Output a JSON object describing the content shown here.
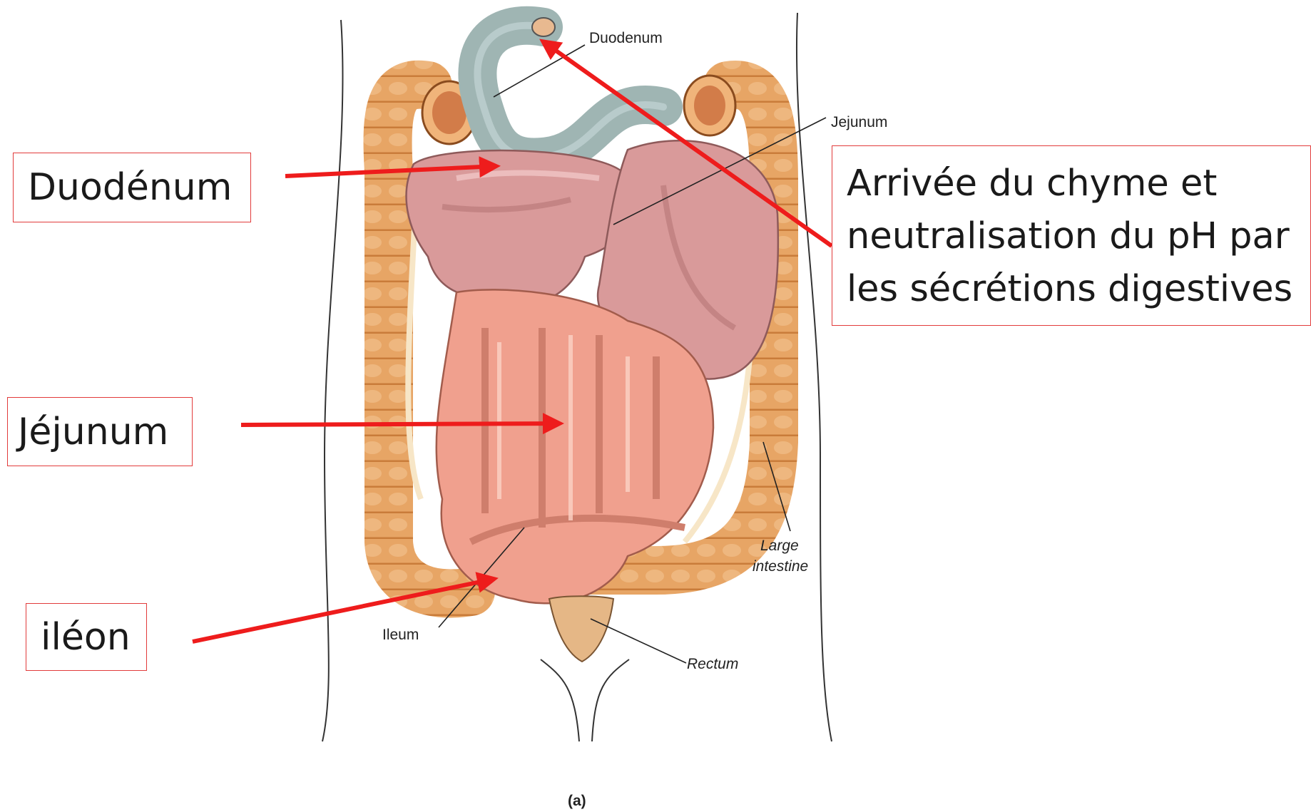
{
  "figure": {
    "labels": {
      "duodenum": "Duodenum",
      "jejunum": "Jejunum",
      "large_intestine_line1": "Large",
      "large_intestine_line2": "intestine",
      "ileum": "Ileum",
      "rectum": "Rectum",
      "panel": "(a)"
    }
  },
  "callouts": {
    "duodenum": "Duodénum",
    "jejunum": "Jéjunum",
    "ileon": "iléon",
    "note": "Arrivée du chyme et neutralisation du pH par les sécrétions digestives"
  },
  "colors": {
    "annotation_red": "#ee1c1c",
    "box_border": "#e23b3b",
    "duodenum_fill": "#9fb5b3",
    "jejunum_fill": "#d99a9a",
    "ileum_fill": "#f0a08e",
    "large_intestine_fill": "#e7a565",
    "rectum_fill": "#e5b786"
  }
}
